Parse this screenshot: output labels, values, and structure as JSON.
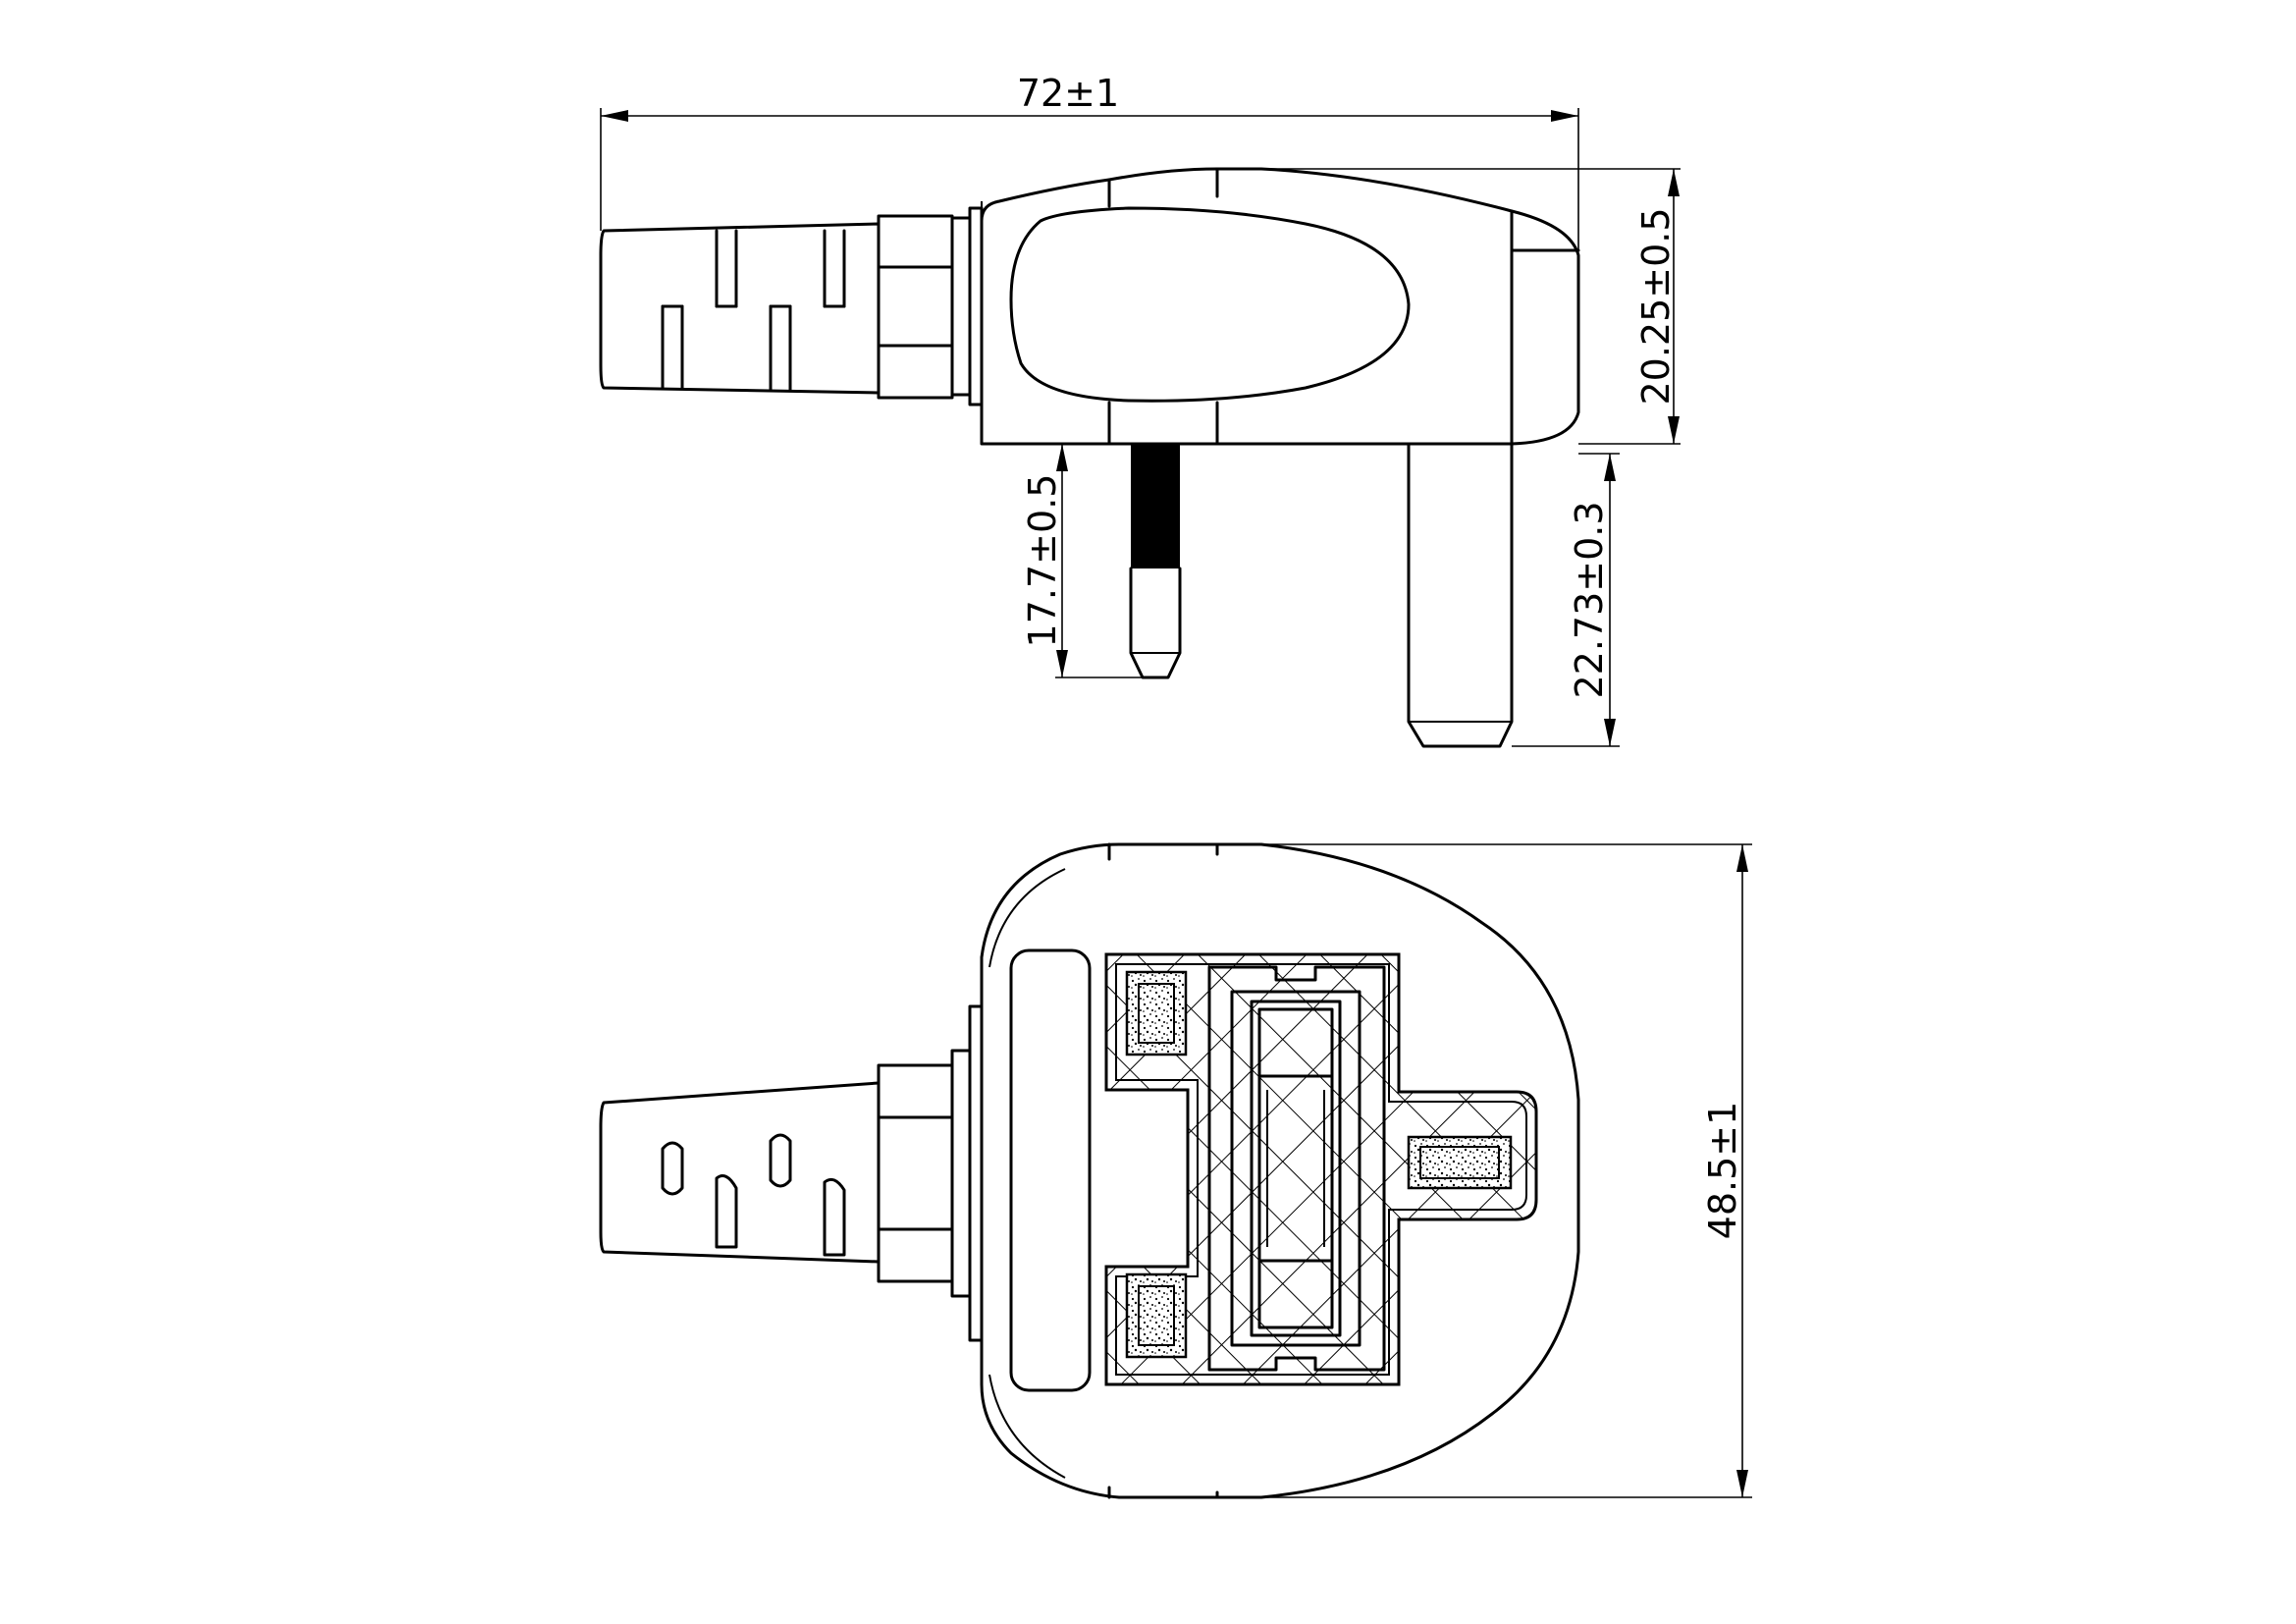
{
  "dimensions": {
    "overall_length": "72±1",
    "body_height": "20.25±0.5",
    "earth_pin_length": "17.7±0.5",
    "live_pin_length": "22.73±0.3",
    "face_width": "48.5±1"
  },
  "colors": {
    "line": "#000000",
    "background": "#ffffff"
  }
}
